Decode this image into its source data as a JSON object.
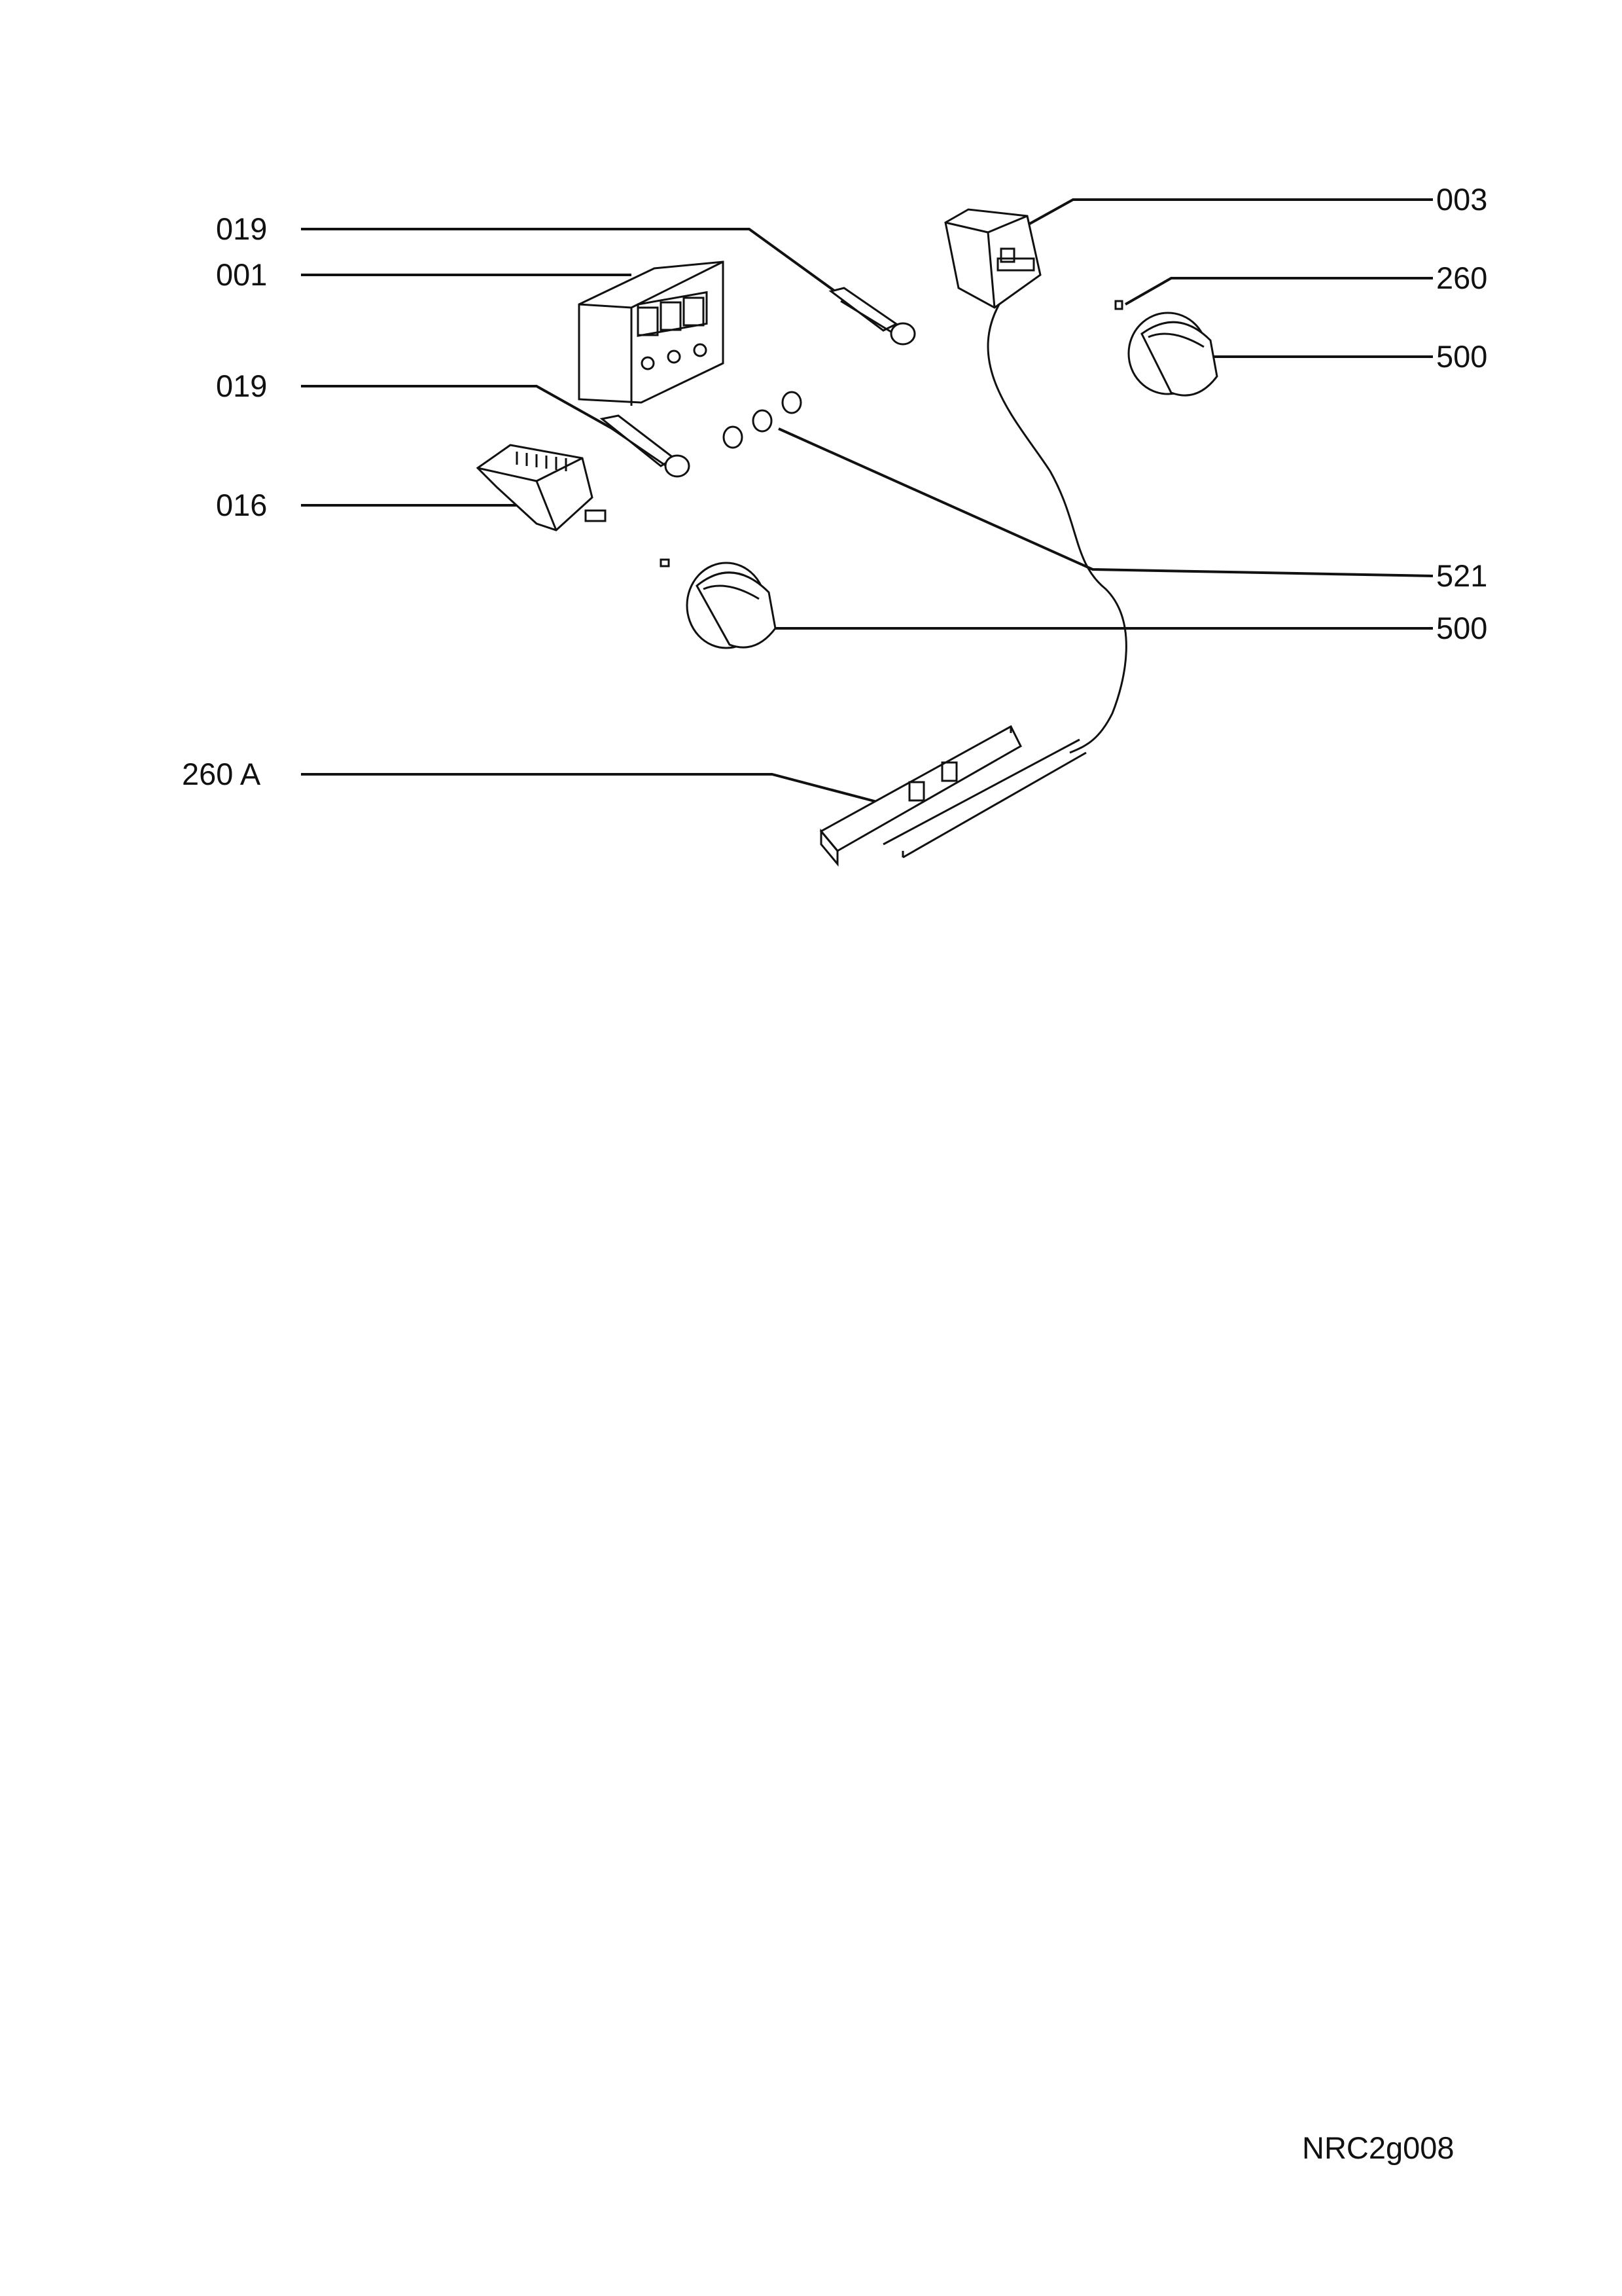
{
  "labels": {
    "l019a": "019",
    "l001": "001",
    "l019b": "019",
    "l016": "016",
    "l260A": "260 A",
    "l003": "003",
    "l260": "260",
    "l500a": "500",
    "l521": "521",
    "l500b": "500"
  },
  "footer": {
    "code": "NRC2g008"
  }
}
